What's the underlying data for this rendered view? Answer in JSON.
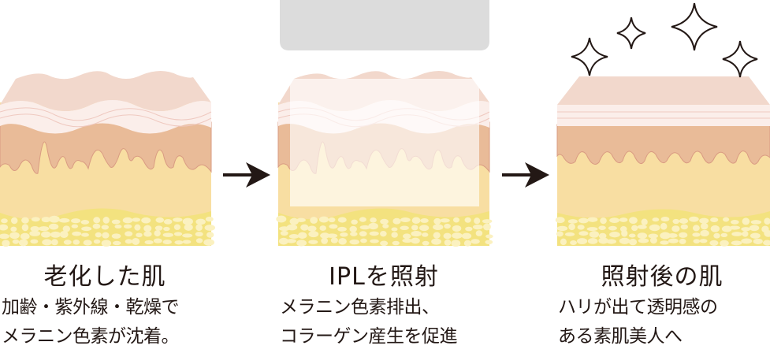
{
  "steps": [
    {
      "title": "老化した肌",
      "desc_line1": "加齢・紫外線・乾燥で",
      "desc_line2": "メラニン色素が沈着。"
    },
    {
      "title": "IPLを照射",
      "desc_line1": "メラニン色素排出、",
      "desc_line2": "コラーゲン産生を促進"
    },
    {
      "title": "照射後の肌",
      "desc_line1": "ハリが出て透明感の",
      "desc_line2": "ある素肌美人へ"
    }
  ],
  "icons": [
    "arrow-right-icon",
    "sparkle-icon",
    "ipl-device"
  ],
  "colors": {
    "epidermis": "#f2d8cc",
    "white_band": "#fbeeea",
    "dermis": "#e9bb98",
    "cream": "#f8dea2",
    "fat": "#f3e27f",
    "fat_cells": "#fbf1c0",
    "device": "#dcdcdc",
    "text": "#231815"
  }
}
